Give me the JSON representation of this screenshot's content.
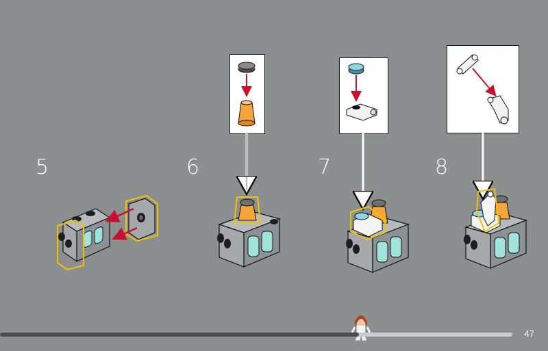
{
  "steps": [
    {
      "number": "5"
    },
    {
      "number": "6"
    },
    {
      "number": "7"
    },
    {
      "number": "8"
    }
  ],
  "footer": {
    "page_number": "47",
    "progress_fraction": 0.7
  },
  "colors": {
    "background": "#8c8f90",
    "arrow": "#c8102e",
    "highlight": "#f2c200",
    "brick_gray": "#a0a3a5",
    "glass": "#9fe3dc",
    "orange_cone": "#f5a63a",
    "white_part": "#f4f4f4"
  },
  "icons": [
    "minifigure-progress-icon"
  ]
}
